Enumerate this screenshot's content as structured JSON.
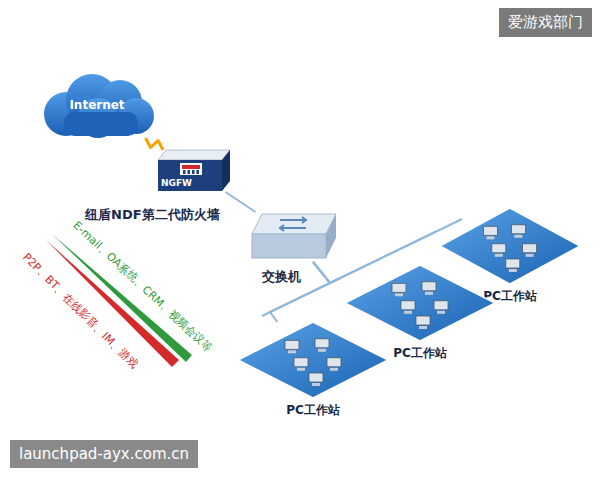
{
  "diagram": {
    "nodes": [
      {
        "text": [
          "Internet"
        ]
      },
      {
        "text": [
          "NGFW",
          "纽盾NDF第二代防火墙"
        ]
      },
      {
        "text": [
          "交换机"
        ]
      },
      {
        "text": [
          "PC工作站"
        ]
      },
      {
        "text": [
          "PC工作站"
        ]
      },
      {
        "text": [
          "PC工作站"
        ]
      }
    ],
    "edges": [
      {
        "from": 0,
        "to": 1,
        "arrow": "none"
      },
      {
        "from": 1,
        "to": 2,
        "arrow": "none"
      },
      {
        "from": 2,
        "to": 3,
        "arrow": "none"
      },
      {
        "from": 2,
        "to": 4,
        "arrow": "none"
      },
      {
        "from": 2,
        "to": 5,
        "arrow": "none"
      }
    ],
    "labels": [
      "爱游戏部门",
      "E-mail、OA系统、CRM、视频会议等",
      "P2P、BT、在线影音、IM、游戏",
      "launchpad-ayx.com.cn"
    ]
  }
}
